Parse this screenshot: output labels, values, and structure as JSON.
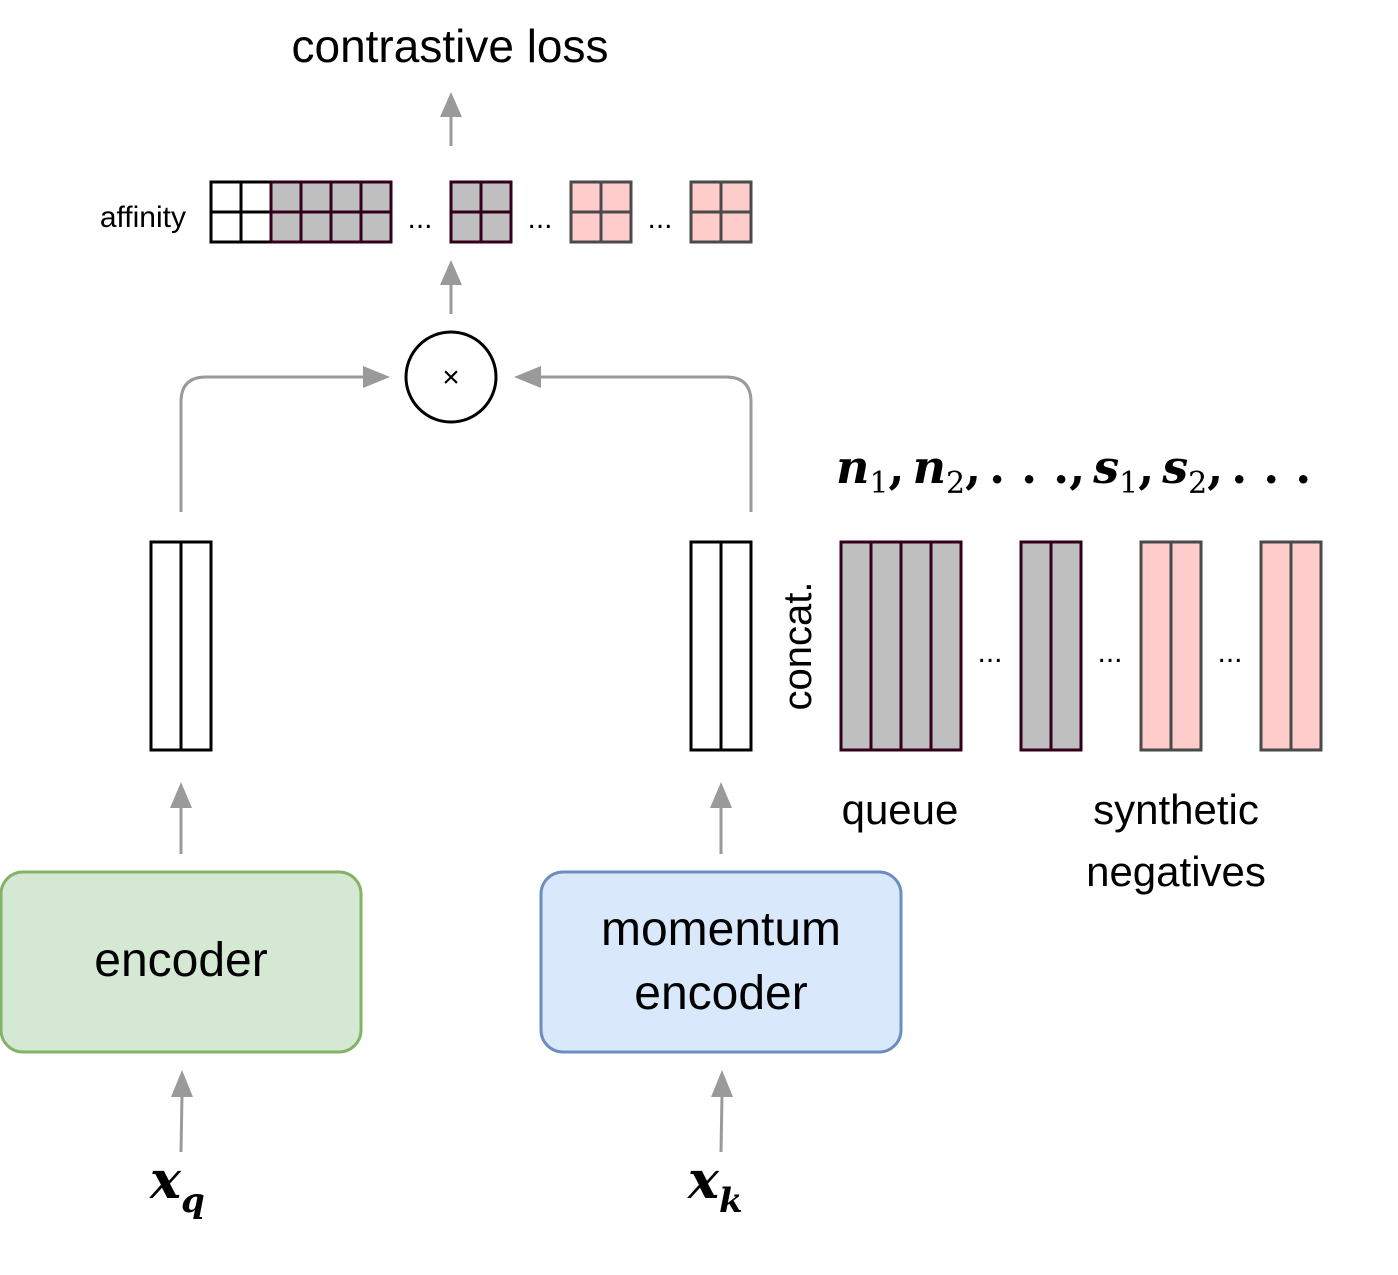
{
  "title": "contrastive loss",
  "affinity_label": "affinity",
  "multiply_symbol": "×",
  "ellipsis": "...",
  "sequence_label": {
    "n1": "n",
    "n1_sub": "1",
    "n2": "n",
    "n2_sub": "2",
    "s1": "s",
    "s1_sub": "1",
    "s2": "s",
    "s2_sub": "2",
    "sep": ",",
    "dots": ". . ."
  },
  "concat_label": "concat.",
  "queue_label": "queue",
  "synthetic_label_line1": "synthetic",
  "synthetic_label_line2": "negatives",
  "encoder_label": "encoder",
  "momentum_label_line1": "momentum",
  "momentum_label_line2": "encoder",
  "xq": {
    "base": "x",
    "sub": "q"
  },
  "xk": {
    "base": "x",
    "sub": "k"
  },
  "colors": {
    "encoder_fill": "#d5e8d4",
    "encoder_stroke": "#82b366",
    "momentum_fill": "#dae8fc",
    "momentum_stroke": "#6c8ebf",
    "negative_gray": "#bfbfbf",
    "synthetic_pink": "#ffcccc",
    "arrow_gray": "#9a9a9a"
  }
}
